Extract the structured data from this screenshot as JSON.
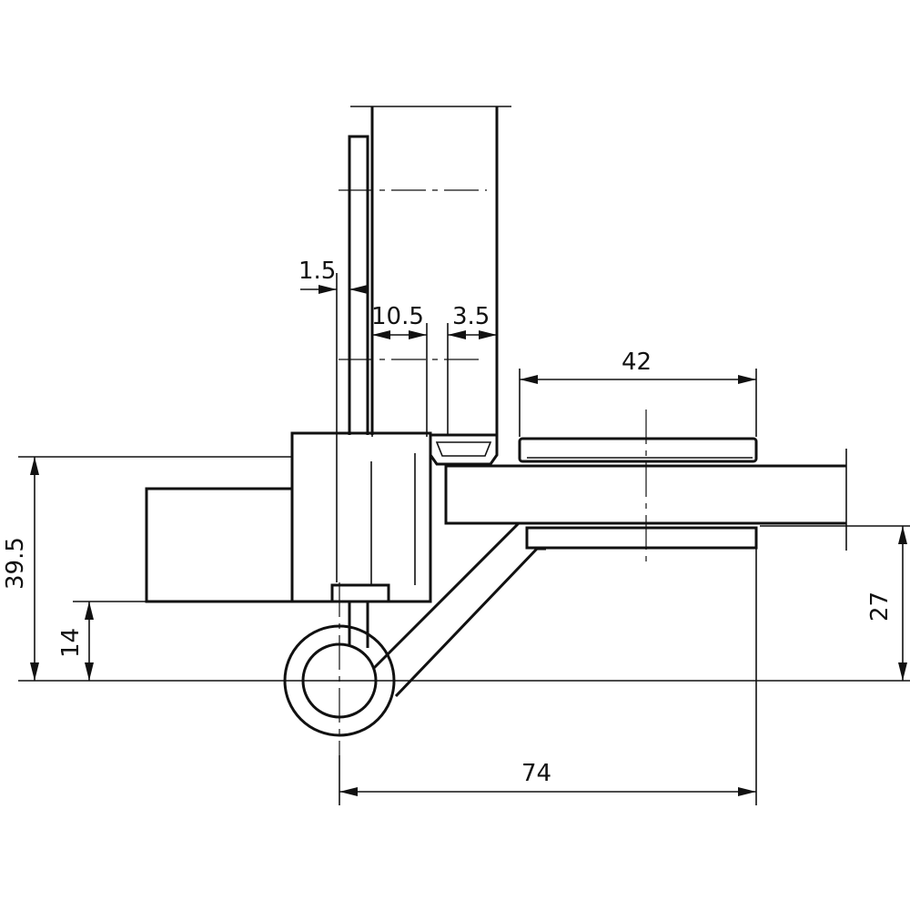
{
  "dimensions": {
    "d_1_5": "1.5",
    "d_10_5": "10.5",
    "d_3_5": "3.5",
    "d_42": "42",
    "d_39_5": "39.5",
    "d_14": "14",
    "d_27": "27",
    "d_74": "74"
  },
  "colors": {
    "line": "#111111",
    "background": "#ffffff"
  }
}
